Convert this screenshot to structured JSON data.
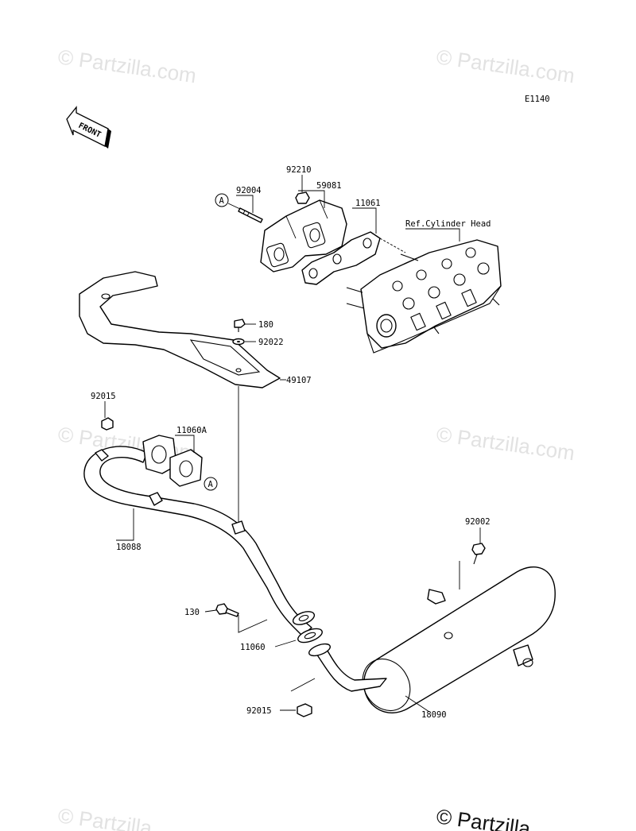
{
  "diagram_id": "E1140",
  "front_marker": "FRONT",
  "ref_marker": "A",
  "watermark": "© Partzilla.com",
  "watermark_bottom": "© Partzilla",
  "ref_note": "Ref.Cylinder Head",
  "labels": {
    "p92210": "92210",
    "p92004": "92004",
    "p59081": "59081",
    "p11061": "11061",
    "p180": "180",
    "p92022": "92022",
    "p49107": "49107",
    "p92015_top": "92015",
    "p11060A": "11060A",
    "p18088": "18088",
    "p92002": "92002",
    "p130": "130",
    "p11060": "11060",
    "p92015_bottom": "92015",
    "p18090": "18090"
  }
}
